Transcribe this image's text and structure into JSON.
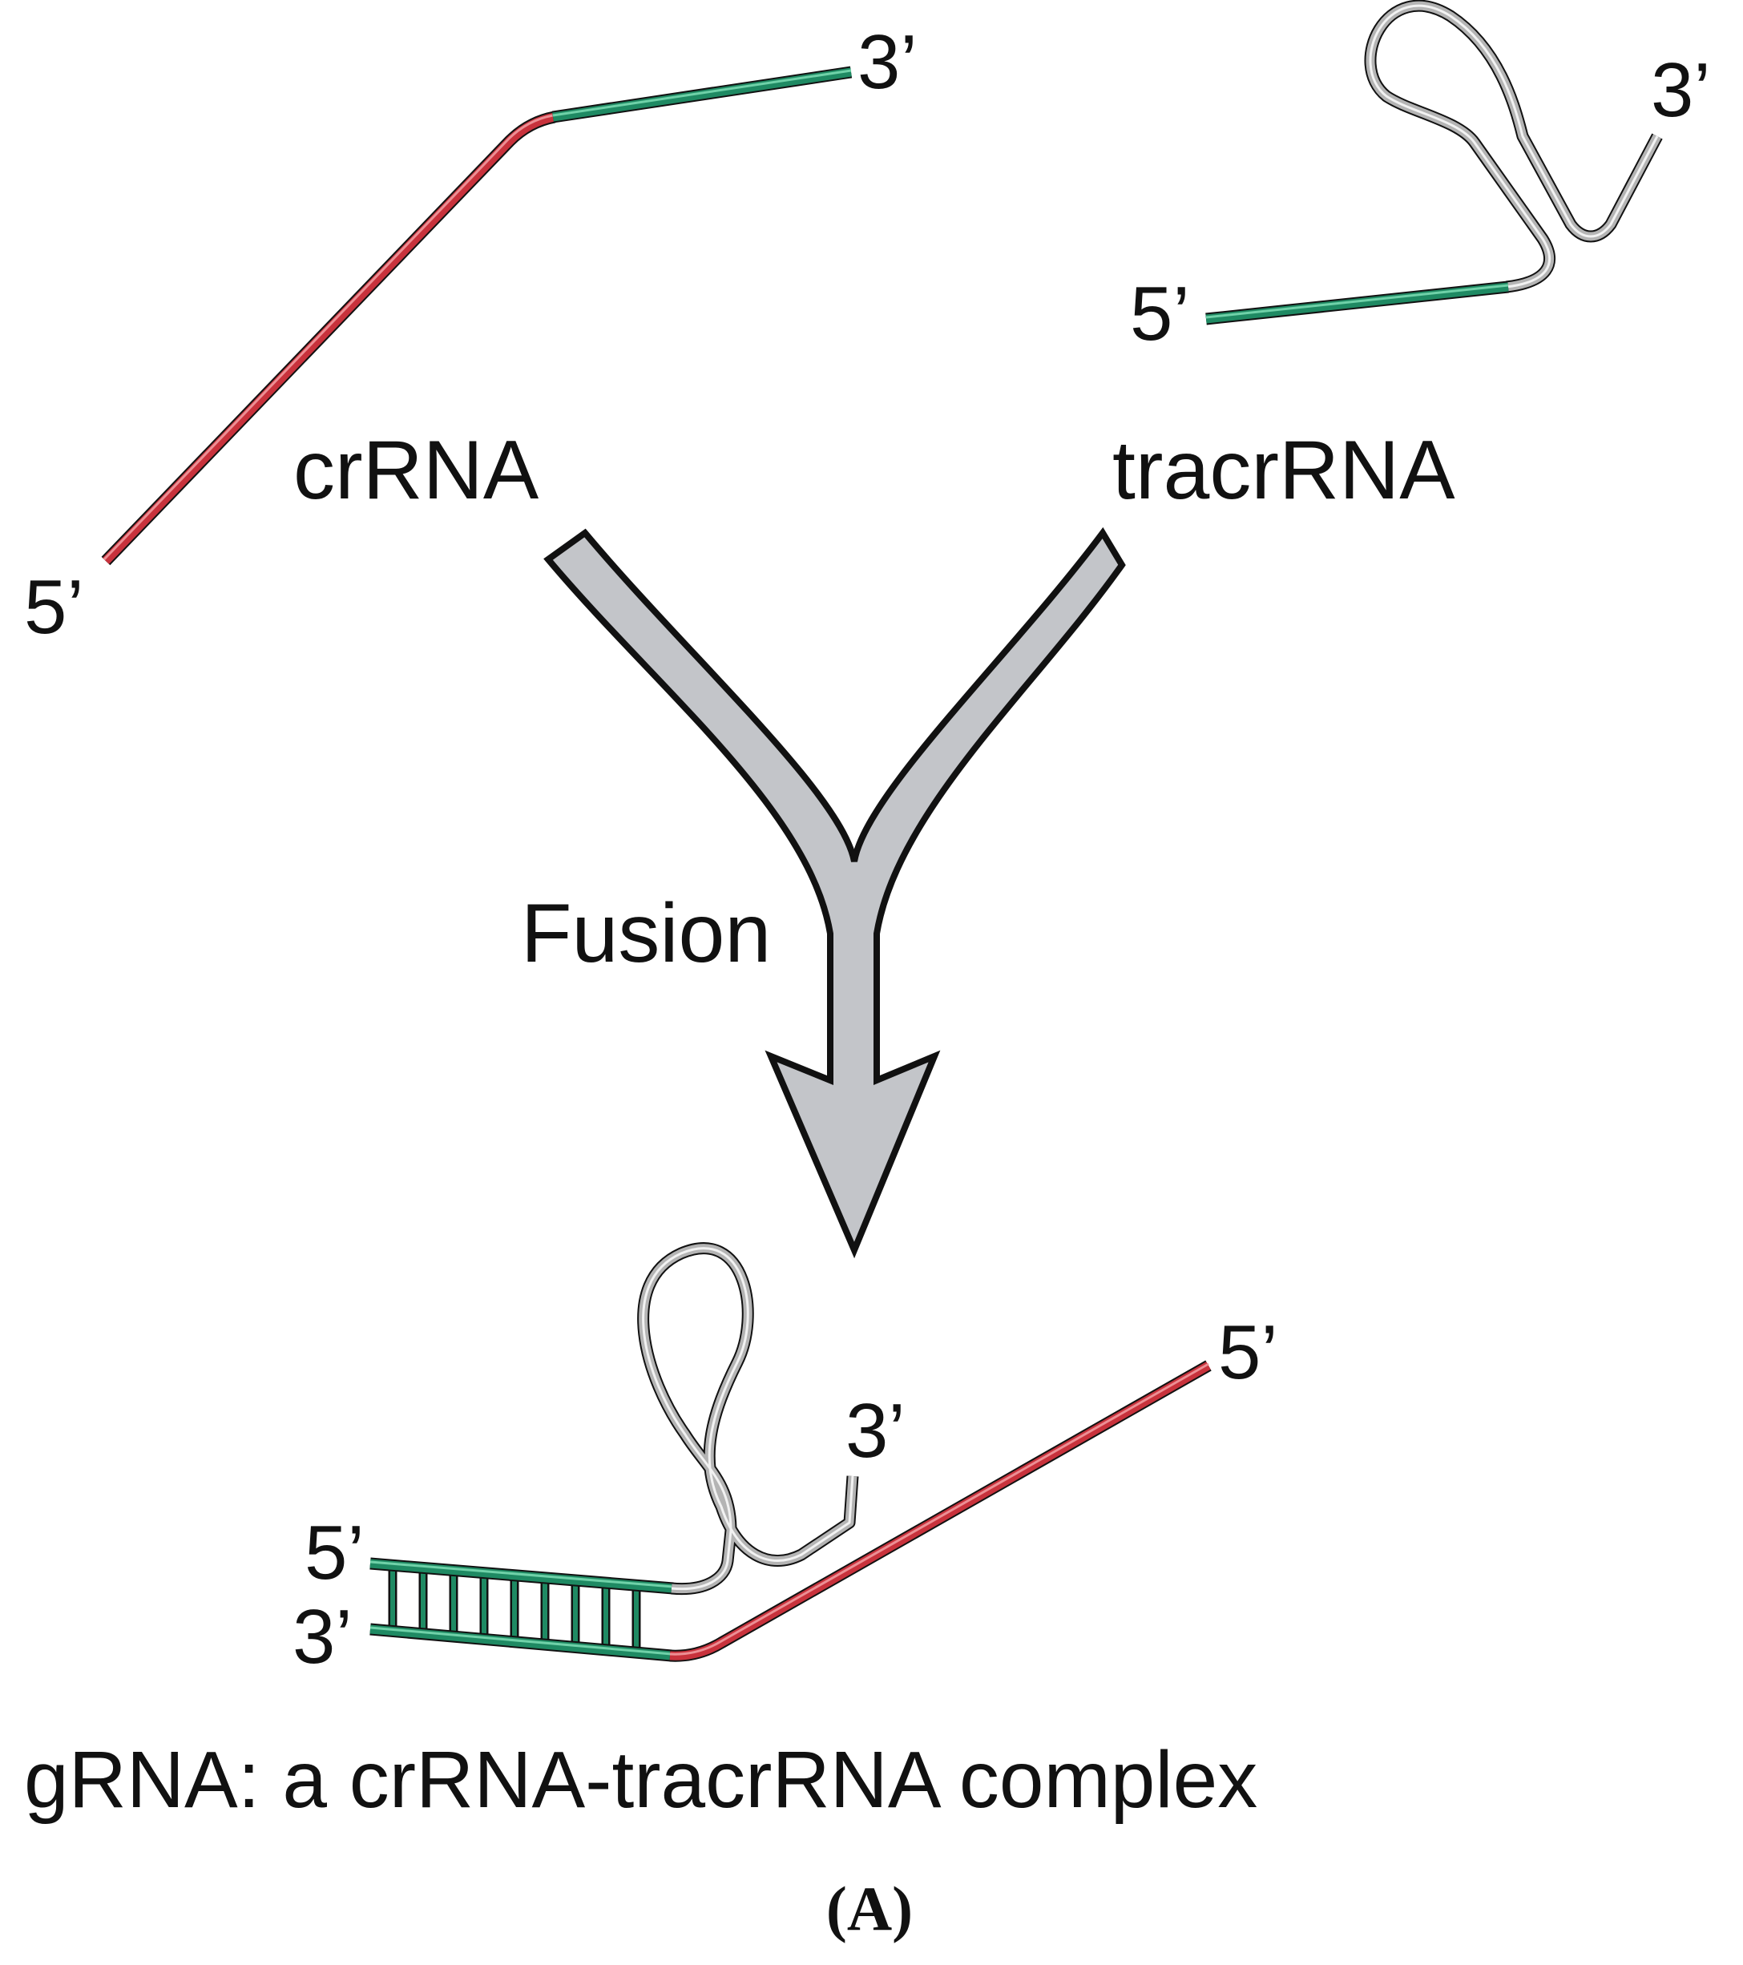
{
  "crrna": {
    "label": "crRNA",
    "five_prime": "5’",
    "three_prime": "3’"
  },
  "tracrrna": {
    "label": "tracrRNA",
    "five_prime": "5’",
    "three_prime": "3’"
  },
  "arrow": {
    "label": "Fusion"
  },
  "grna": {
    "five_prime_left": "5’",
    "three_prime_left": "3’",
    "three_prime_loop": "3’",
    "five_prime_right": "5’"
  },
  "caption": "gRNA: a crRNA-tracrRNA complex",
  "panel_label": "(A)",
  "colors": {
    "spacer_red": "#c8323c",
    "repeat_green": "#1f8a63",
    "tracr_gray": "#b4b4b4",
    "arrow_fill": "#c3c5c9",
    "outline": "#111111"
  }
}
